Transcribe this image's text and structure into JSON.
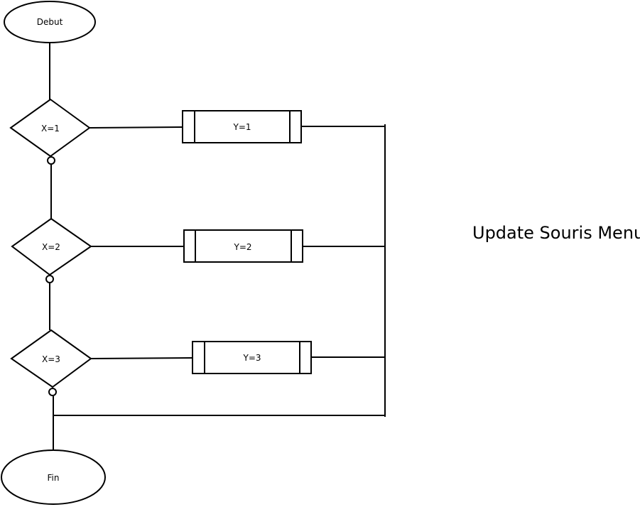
{
  "diagram": {
    "title": "Update Souris Menu",
    "start": "Debut",
    "end": "Fin",
    "decisions": [
      "X=1",
      "X=2",
      "X=3"
    ],
    "processes": [
      "Y=1",
      "Y=2",
      "Y=3"
    ]
  }
}
